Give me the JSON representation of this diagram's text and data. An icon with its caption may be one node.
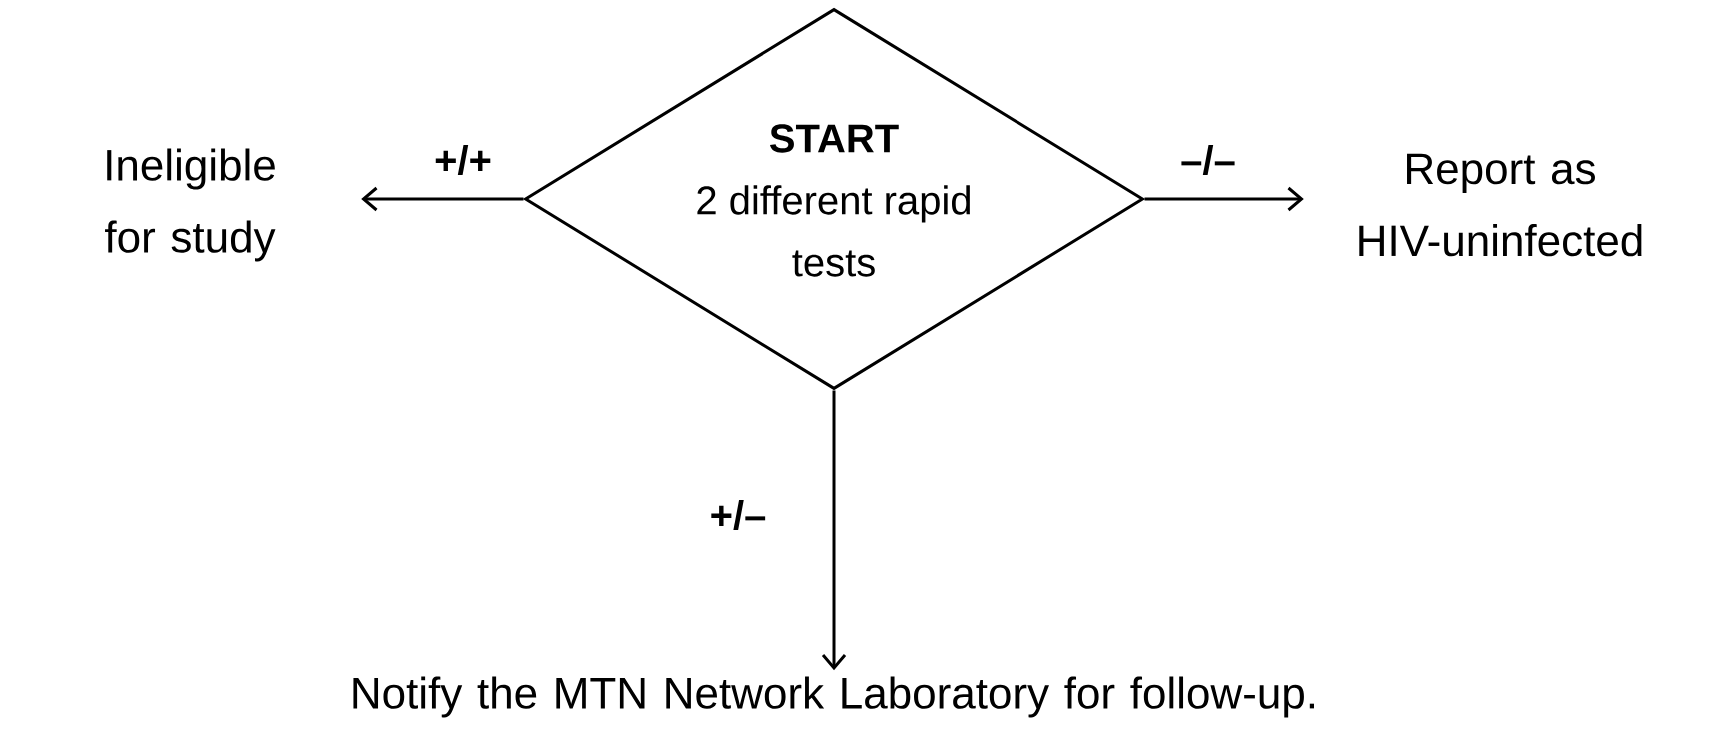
{
  "diagram": {
    "nodes": [
      {
        "text": [
          "START",
          "2 different rapid tests"
        ]
      },
      {
        "text": [
          "Ineligible for study"
        ]
      },
      {
        "text": [
          "Report as HIV-uninfected"
        ]
      },
      {
        "text": [
          "Notify the MTN Network Laboratory for follow-up."
        ]
      }
    ],
    "edges": [
      {
        "from": 0,
        "to": 1,
        "arrow": "to",
        "label": "+/+"
      },
      {
        "from": 0,
        "to": 2,
        "arrow": "to",
        "label": "–/–"
      },
      {
        "from": 0,
        "to": 3,
        "arrow": "to",
        "label": "+/–"
      }
    ]
  }
}
